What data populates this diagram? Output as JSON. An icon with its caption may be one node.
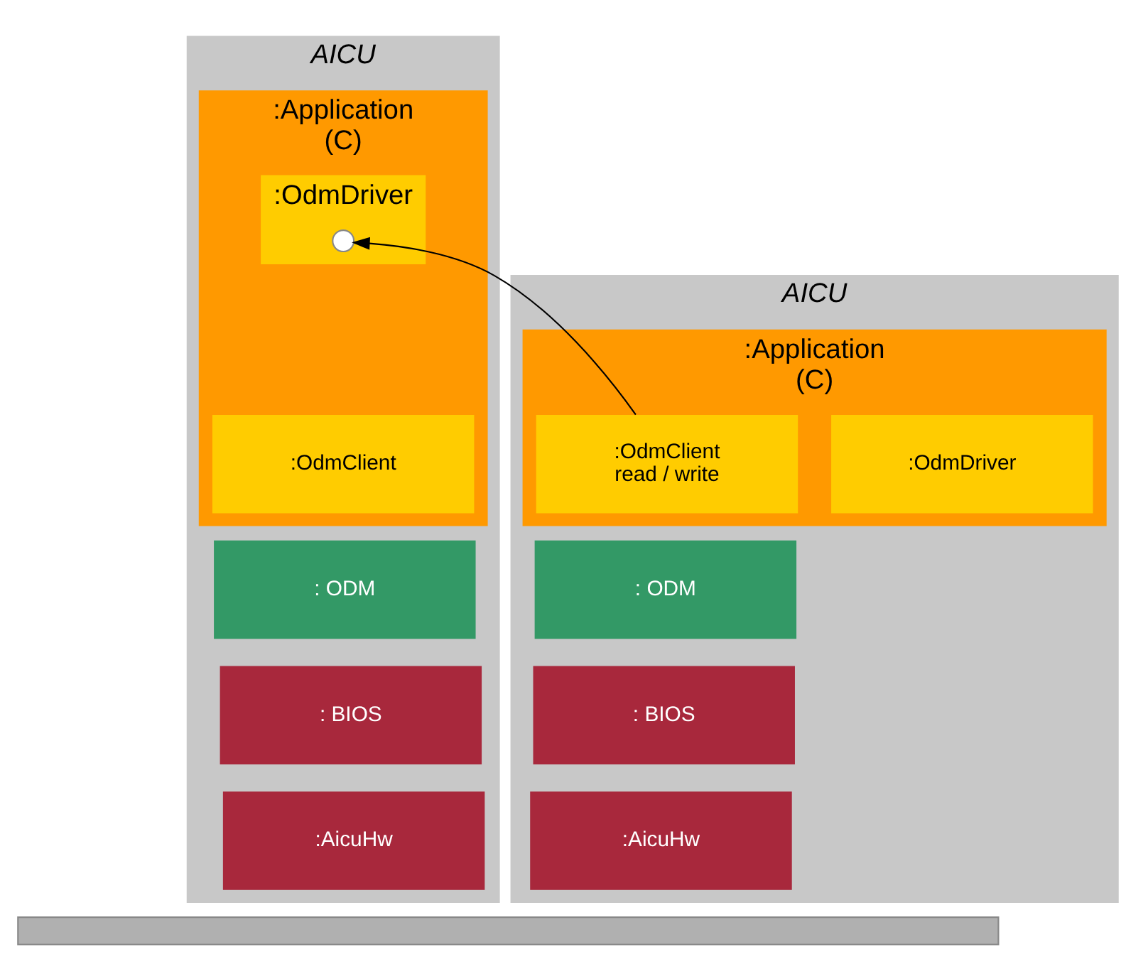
{
  "diagram": {
    "nodes": [
      {
        "text": [
          "AICU"
        ]
      },
      {
        "text": [
          ":Application",
          "(C)"
        ],
        "in": 0
      },
      {
        "text": [
          ":OdmDriver"
        ],
        "in": 1
      },
      {
        "text": [],
        "shape": "circle",
        "in": 2
      },
      {
        "text": [
          ":OdmClient"
        ],
        "in": 1
      },
      {
        "text": [
          ": ODM"
        ],
        "in": 0
      },
      {
        "text": [
          ": BIOS"
        ],
        "in": 0
      },
      {
        "text": [
          ":AicuHw"
        ],
        "in": 0
      },
      {
        "text": [
          "AICU"
        ]
      },
      {
        "text": [
          ":Application",
          "(C)"
        ],
        "in": 8
      },
      {
        "text": [
          ":OdmDriver"
        ],
        "in": 9
      },
      {
        "text": [
          ":OdmClient",
          "read / write"
        ],
        "in": 9
      },
      {
        "text": [
          ": ODM"
        ],
        "in": 8
      },
      {
        "text": [
          ": BIOS"
        ],
        "in": 8
      },
      {
        "text": [
          ":AicuHw"
        ],
        "in": 8
      },
      {
        "text": [],
        "shape": "bar"
      }
    ],
    "edges": [
      {
        "from": 11,
        "to": 3,
        "arrow": "to"
      }
    ]
  }
}
